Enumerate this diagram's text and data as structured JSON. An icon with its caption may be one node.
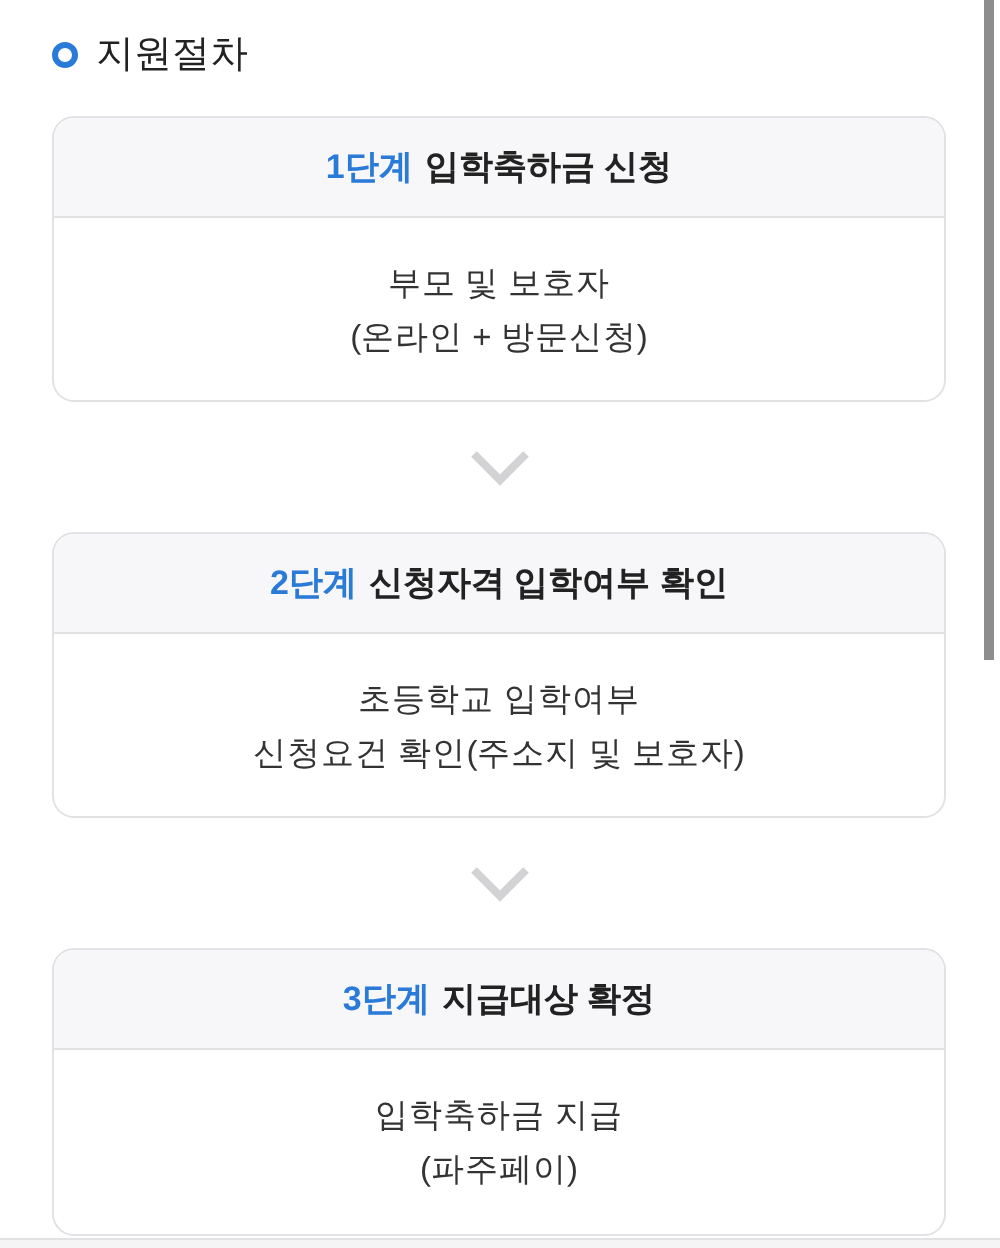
{
  "diagram": {
    "title": "지원절차",
    "nodes": [
      {
        "text": [
          "1단계",
          "입학축하금 신청",
          "부모 및 보호자 (온라인 + 방문신청)"
        ]
      },
      {
        "text": [
          "2단계",
          "신청자격 입학여부 확인",
          "초등학교 입학여부 신청요건 확인(주소지 및 보호자)"
        ]
      },
      {
        "text": [
          "3단계",
          "지급대상 확정",
          "입학축하금 지급 (파주페이)"
        ]
      }
    ],
    "edges": [
      {
        "from": 0,
        "to": 1,
        "arrow": "to"
      },
      {
        "from": 1,
        "to": 2,
        "arrow": "to"
      }
    ]
  }
}
